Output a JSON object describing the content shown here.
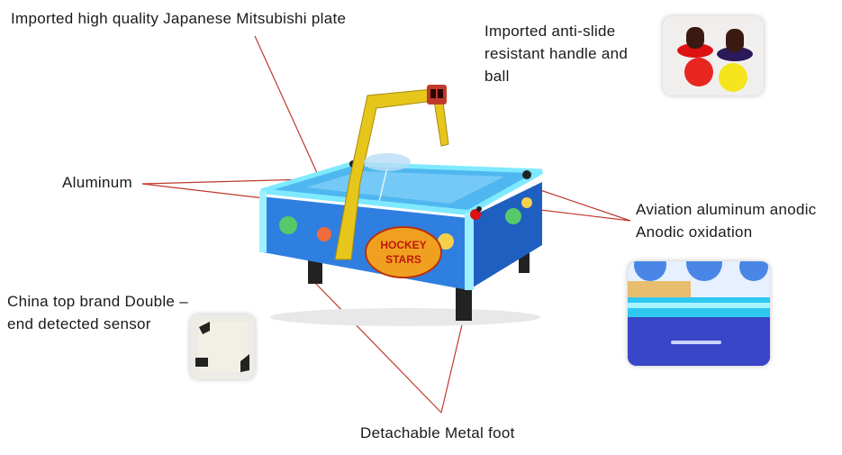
{
  "labels": {
    "mitsubishi_plate": "Imported high quality Japanese Mitsubishi plate",
    "handle_line1": "Imported anti-slide",
    "handle_line2": "resistant handle and",
    "handle_line3": "ball",
    "aluminum": "Aluminum",
    "aviation_line1": "Aviation aluminum anodic",
    "aviation_line2": "Anodic oxidation",
    "sensor_line1": "China top brand Double –",
    "sensor_line2": "end detected sensor",
    "metal_foot": "Detachable Metal foot"
  },
  "table_sign": {
    "line1": "HOCKEY",
    "line2": "STARS"
  },
  "colors": {
    "callout_line": "#c0392b",
    "cabinet_blue": "#2f7fe0",
    "arch_yellow": "#e6c61a",
    "rail_cyan": "#7fe9ff",
    "sign_orange": "#f0a020"
  }
}
